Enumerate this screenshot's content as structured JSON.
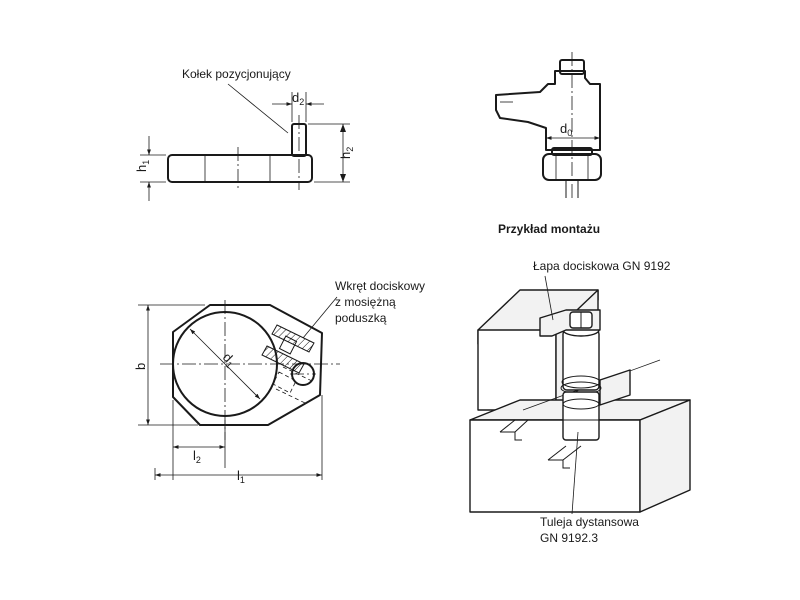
{
  "labels": {
    "positioning_pin": "Kołek pozycjonujący",
    "clamping_screw_line1": "Wkręt dociskowy",
    "clamping_screw_line2": "z mosiężną",
    "clamping_screw_line3": "poduszką",
    "mounting_example": "Przykład montażu",
    "clamp_arm": "Łapa dociskowa GN 9192",
    "spacer_line1": "Tuleja dystansowa",
    "spacer_line2": "GN 9192.3"
  },
  "dimensions": {
    "d2": {
      "base": "d",
      "sub": "2"
    },
    "h1": {
      "base": "h",
      "sub": "1"
    },
    "h2": {
      "base": "h",
      "sub": "2"
    },
    "d0": {
      "base": "d",
      "sub": "0"
    },
    "d1": {
      "base": "d",
      "sub": "1"
    },
    "b": {
      "base": "b",
      "sub": ""
    },
    "l2": {
      "base": "l",
      "sub": "2"
    },
    "l1": {
      "base": "l",
      "sub": "1"
    }
  }
}
